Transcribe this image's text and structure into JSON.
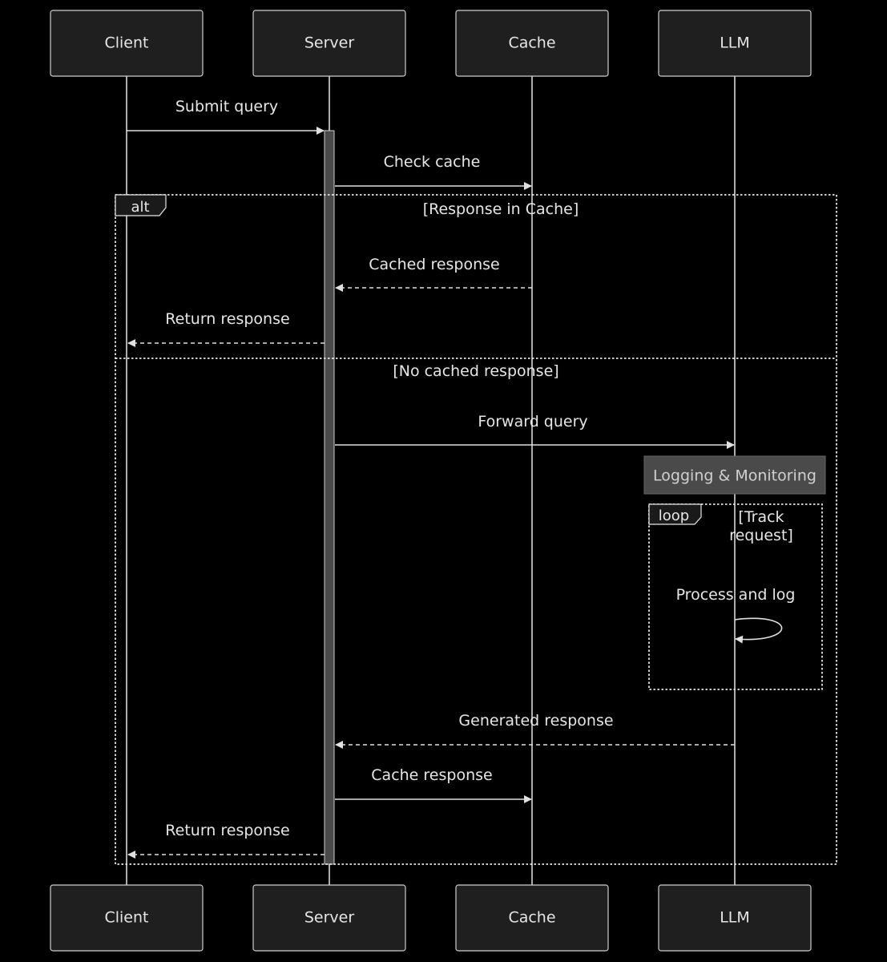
{
  "actors": {
    "client": "Client",
    "server": "Server",
    "cache": "Cache",
    "llm": "LLM"
  },
  "messages": {
    "submit_query": "Submit query",
    "check_cache": "Check cache",
    "cached_response": "Cached response",
    "return_response_1": "Return response",
    "forward_query": "Forward query",
    "process_and_log": "Process and log",
    "generated_response": "Generated response",
    "cache_response": "Cache response",
    "return_response_2": "Return response"
  },
  "alt_frame": {
    "label": "alt",
    "condition_1": "[Response in Cache]",
    "condition_2": "[No cached response]"
  },
  "note": {
    "text": "Logging & Monitoring"
  },
  "loop_frame": {
    "label": "loop",
    "condition_line_1": "[Track",
    "condition_line_2": "request]"
  }
}
